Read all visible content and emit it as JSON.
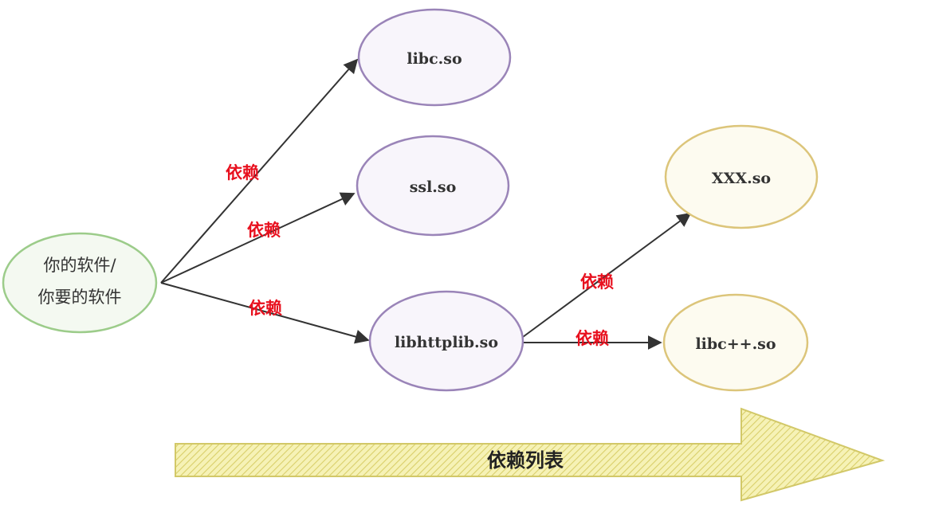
{
  "nodes": {
    "root_line1": "你的软件/",
    "root_line2": "你要的软件",
    "libc": "libc.so",
    "ssl": "ssl.so",
    "libhttplib": "libhttplib.so",
    "xxx": "XXX.so",
    "libcpp": "libc++.so"
  },
  "edges": {
    "root_libc": "依赖",
    "root_ssl": "依赖",
    "root_libhttplib": "依赖",
    "libhttplib_xxx": "依赖",
    "libhttplib_libcpp": "依赖"
  },
  "banner": {
    "label": "依赖列表"
  },
  "colors": {
    "root_stroke": "#9ccc8a",
    "root_fill": "#f4f9f1",
    "purple_stroke": "#9a84b8",
    "purple_fill": "#f8f5fb",
    "yellow_stroke": "#dcc57a",
    "yellow_fill": "#fdfbf0",
    "edge_label": "#e8101e",
    "arrow": "#333333",
    "banner_fill": "#f1eda6",
    "banner_stroke": "#d2c868"
  }
}
